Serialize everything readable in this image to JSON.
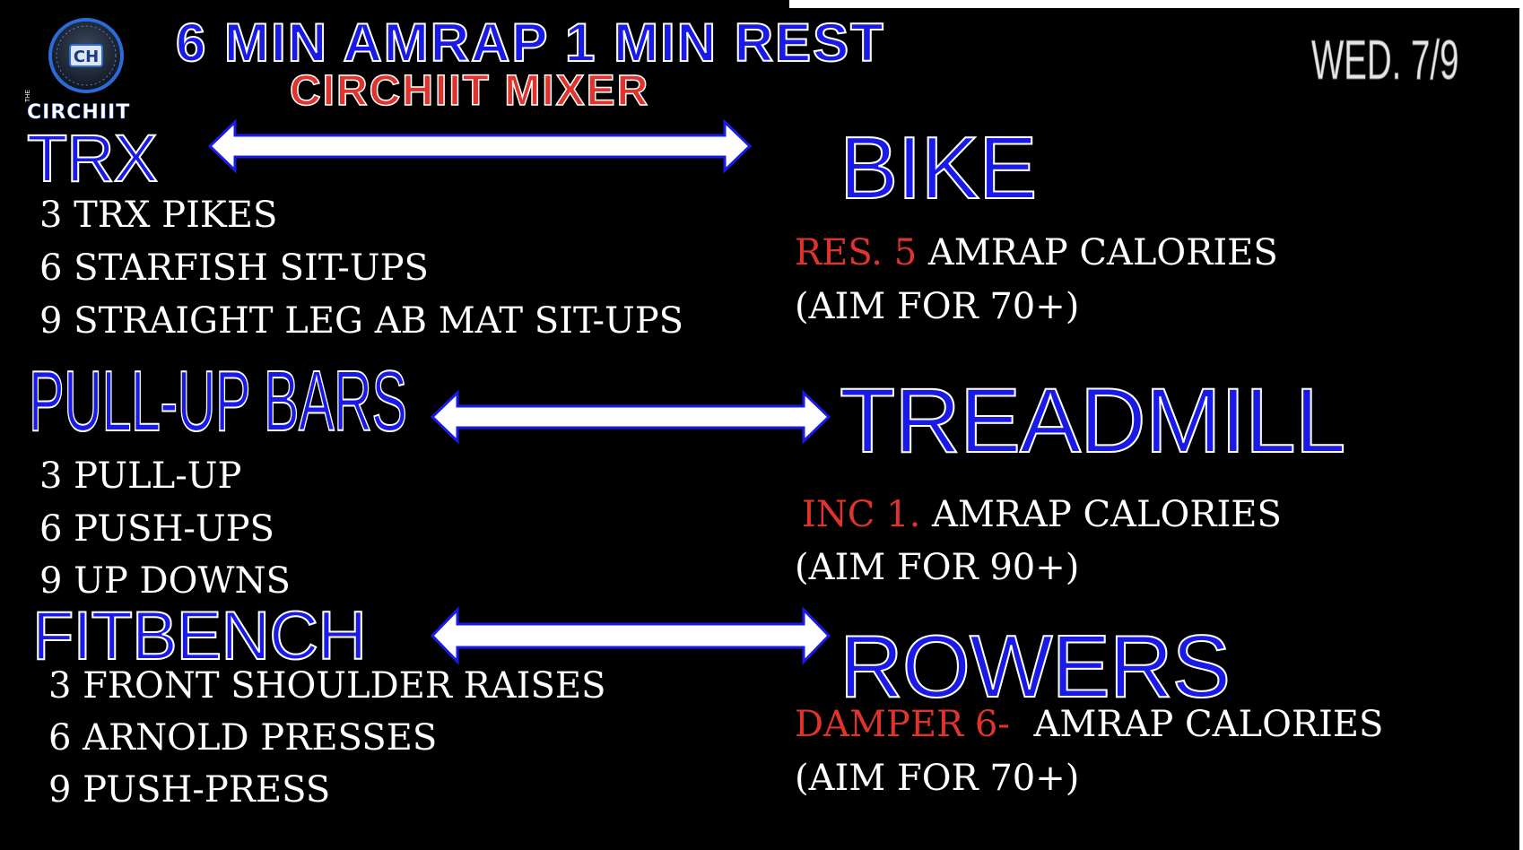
{
  "header": {
    "title": "6 MIN AMRAP 1 MIN REST",
    "subtitle": "CIRCHIIT MIXER",
    "date": "WED. 7/9"
  },
  "logo": {
    "icon": "ch-badge-icon",
    "monogram": "CH",
    "word": "CIRCHIIT",
    "prefix": "THE"
  },
  "pairs": [
    {
      "left": {
        "name": "TRX",
        "items": [
          "3 TRX PIKES",
          "6 STARFISH SIT-UPS",
          "9 STRAIGHT LEG AB MAT SIT-UPS"
        ]
      },
      "right": {
        "name": "BIKE",
        "setting": "RES. 5",
        "task": "AMRAP CALORIES",
        "aim": "(AIM FOR 70+)"
      }
    },
    {
      "left": {
        "name": "PULL-UP BARS",
        "items": [
          "3 PULL-UP",
          "6 PUSH-UPS",
          "9 UP DOWNS"
        ]
      },
      "right": {
        "name": "TREADMILL",
        "setting": "INC 1.",
        "task": "AMRAP CALORIES",
        "aim": "(AIM FOR 90+)"
      }
    },
    {
      "left": {
        "name": "FITBENCH",
        "items": [
          "3 FRONT SHOULDER RAISES",
          "6 ARNOLD PRESSES",
          "9 PUSH-PRESS"
        ]
      },
      "right": {
        "name": "ROWERS",
        "setting": "DAMPER 6-",
        "task": "AMRAP CALORIES",
        "aim": "(AIM FOR 70+)"
      }
    }
  ],
  "colors": {
    "background": "#000000",
    "station_fill": "#1a1ae8",
    "accent_red": "#e0332c",
    "text": "#ffffff"
  }
}
